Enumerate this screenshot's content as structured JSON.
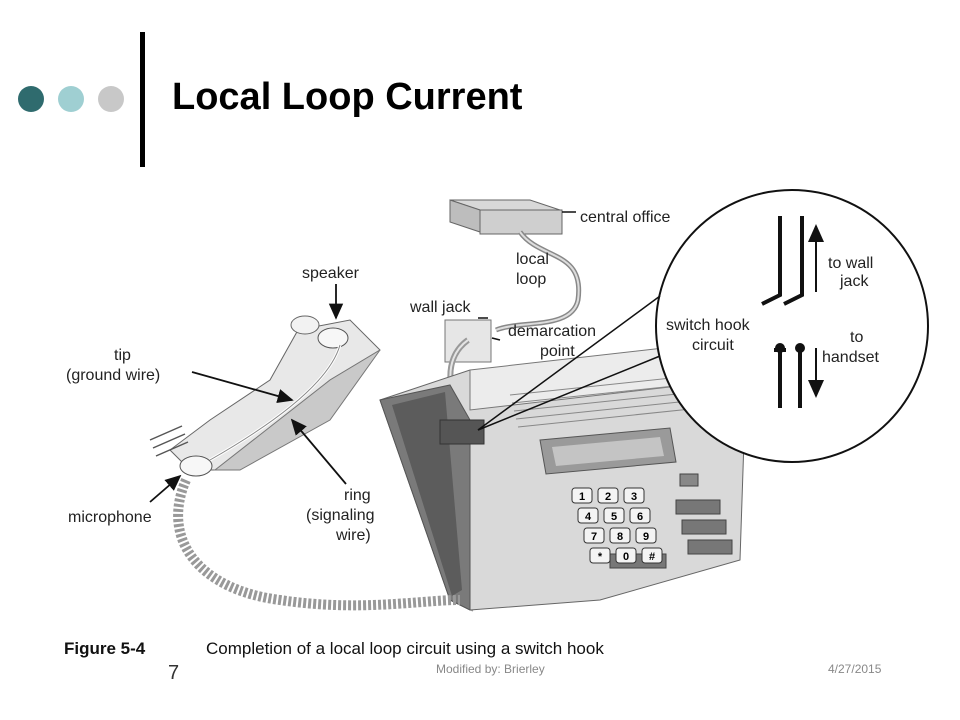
{
  "slide": {
    "title": "Local Loop Current",
    "page_number": "7",
    "footer_center": "Modified by: Brierley",
    "footer_right": "4/27/2015"
  },
  "theme": {
    "dot_colors": [
      "#2f6b6e",
      "#9fcfd2",
      "#c8c8c8"
    ]
  },
  "diagram": {
    "labels": {
      "central_office": "central office",
      "local": "local",
      "loop": "loop",
      "wall_jack": "wall jack",
      "demarcation": "demarcation",
      "point": "point",
      "speaker": "speaker",
      "tip": "tip",
      "ground_wire": "(ground wire)",
      "switch_hook": "switch hook",
      "circuit": "circuit",
      "to_wall": "to wall",
      "jack": "jack",
      "to": "to",
      "handset": "handset",
      "microphone": "microphone",
      "ring": "ring",
      "signaling": "(signaling",
      "wire": "wire)"
    },
    "keypad_keys": [
      "1",
      "2",
      "3",
      "4",
      "5",
      "6",
      "7",
      "8",
      "9",
      "*",
      "0",
      "#"
    ],
    "caption_figure": "Figure 5-4",
    "caption_text": "Completion of a local loop circuit using a switch hook"
  }
}
